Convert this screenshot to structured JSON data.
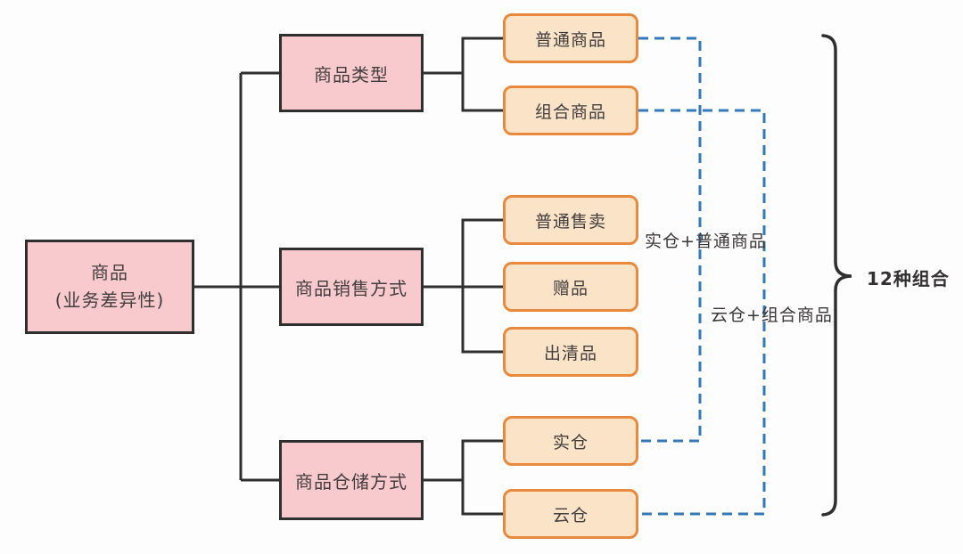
{
  "root": {
    "title": "商品",
    "subtitle": "(业务差异性)"
  },
  "branches": [
    {
      "label": "商品类型",
      "children": [
        "普通商品",
        "组合商品"
      ]
    },
    {
      "label": "商品销售方式",
      "children": [
        "普通售卖",
        "赠品",
        "出清品"
      ]
    },
    {
      "label": "商品仓储方式",
      "children": [
        "实仓",
        "云仓"
      ]
    }
  ],
  "annotations": [
    {
      "text": "实仓+普通商品"
    },
    {
      "text": "云仓+组合商品"
    }
  ],
  "brace": {
    "label": "12种组合"
  },
  "colors": {
    "background": "#fdfdfd",
    "pink_fill": "#f8c9cd",
    "pink_border": "#2f2f2f",
    "orange_fill": "#fae3c6",
    "orange_border": "#e9893e",
    "solid_line": "#2f2f2f",
    "dashed_line_blue": "#3579bd",
    "text": "#433e3f"
  }
}
